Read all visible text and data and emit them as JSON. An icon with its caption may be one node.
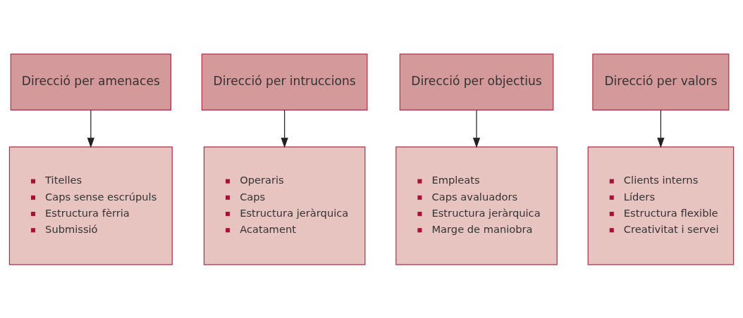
{
  "diagram": {
    "nodes": [
      {
        "text": [
          "Direcció per amenaces"
        ]
      },
      {
        "text": [
          "Direcció per intruccions"
        ]
      },
      {
        "text": [
          "Direcció per objectius"
        ]
      },
      {
        "text": [
          "Direcció per valors"
        ]
      },
      {
        "text": [
          "Titelles",
          "Caps sense escrúpuls",
          "Estructura fèrria",
          "Submissió"
        ]
      },
      {
        "text": [
          "Operaris",
          "Caps",
          "Estructura jeràrquica",
          "Acatament"
        ]
      },
      {
        "text": [
          "Empleats",
          "Caps avaluadors",
          "Estructura jeràrquica",
          "Marge de maniobra"
        ]
      },
      {
        "text": [
          "Clients interns",
          "Líders",
          "Estructura flexible",
          "Creativitat i servei"
        ]
      }
    ],
    "edges": [
      {
        "from": 0,
        "to": 4,
        "arrow": "to"
      },
      {
        "from": 1,
        "to": 5,
        "arrow": "to"
      },
      {
        "from": 2,
        "to": 6,
        "arrow": "to"
      },
      {
        "from": 3,
        "to": 7,
        "arrow": "to"
      }
    ]
  }
}
